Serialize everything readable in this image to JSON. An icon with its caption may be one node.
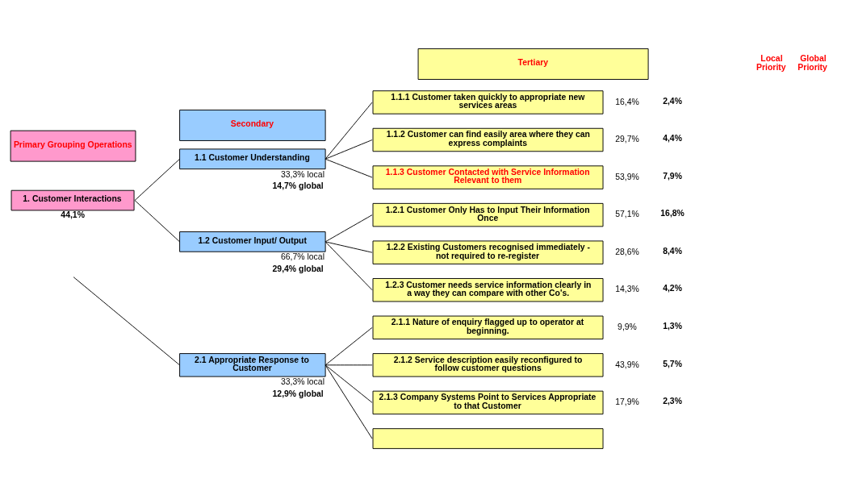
{
  "diagram": {
    "nodes": [
      {
        "text": [
          "Primary Grouping Operations"
        ]
      },
      {
        "text": [
          "Secondary"
        ]
      },
      {
        "text": [
          "Tertiary"
        ]
      },
      {
        "text": [
          "1. Customer Interactions"
        ],
        "beside": [
          "44,1%"
        ]
      },
      {
        "text": [
          "1.1 Customer Understanding"
        ],
        "beside": [
          "33,3% local",
          "14,7% global"
        ]
      },
      {
        "text": [
          "1.1.1 Customer taken quickly to appropriate new services areas"
        ],
        "beside": [
          "16,4%",
          "2,4%"
        ]
      },
      {
        "text": [
          "1.1.2 Customer can find easily area where they can express complaints"
        ],
        "beside": [
          "29,7%",
          "4,4%"
        ]
      },
      {
        "text": [
          "1.1.3 Customer Contacted with Service Information Relevant to them"
        ],
        "beside": [
          "53,9%",
          "7,9%"
        ]
      },
      {
        "text": [
          "1.2 Customer Input/ Output"
        ],
        "beside": [
          "66,7% local",
          "29,4% global"
        ]
      },
      {
        "text": [
          "1.2.1 Customer Only Has to Input Their Information Once"
        ],
        "beside": [
          "57,1%",
          "16,8%"
        ]
      },
      {
        "text": [
          "1.2.2 Existing Customers recognised immediately - not required to re-register"
        ],
        "beside": [
          "28,6%",
          "8,4%"
        ]
      },
      {
        "text": [
          "1.2.3 Customer needs service information clearly in a way they can compare with other Co's."
        ],
        "beside": [
          "14,3%",
          "4,2%"
        ]
      },
      {
        "text": [
          "2.1 Appropriate Response to Customer"
        ],
        "beside": [
          "33,3% local",
          "12,9% global"
        ]
      },
      {
        "text": [
          "2.1.1 Nature of enquiry flagged up to operator at beginning."
        ],
        "beside": [
          "9,9%",
          "1,3%"
        ]
      },
      {
        "text": [
          "2.1.2 Service description easily reconfigured to follow customer questions"
        ],
        "beside": [
          "43,9%",
          "5,7%"
        ]
      },
      {
        "text": [
          "2.1.3 Company Systems Point to Services Appropriate to that Customer"
        ],
        "beside": [
          "17,9%",
          "2,3%"
        ]
      },
      {
        "text": [],
        "shape": "box"
      }
    ],
    "edges": [
      {
        "from": 3,
        "to": 4,
        "arrow": "none"
      },
      {
        "from": 3,
        "to": 8,
        "arrow": "none"
      },
      {
        "from": 4,
        "to": 5,
        "arrow": "none"
      },
      {
        "from": 4,
        "to": 6,
        "arrow": "none"
      },
      {
        "from": 4,
        "to": 7,
        "arrow": "none"
      },
      {
        "from": 8,
        "to": 9,
        "arrow": "none"
      },
      {
        "from": 8,
        "to": 10,
        "arrow": "none"
      },
      {
        "from": 8,
        "to": 11,
        "arrow": "none"
      },
      {
        "from": null,
        "to": 12,
        "arrow": "none"
      },
      {
        "from": 12,
        "to": 13,
        "arrow": "none"
      },
      {
        "from": 12,
        "to": 14,
        "arrow": "none"
      },
      {
        "from": 12,
        "to": 15,
        "arrow": "none"
      },
      {
        "from": 12,
        "to": 16,
        "arrow": "none"
      }
    ],
    "labels": [
      "Local Priority",
      "Global Priority"
    ]
  }
}
